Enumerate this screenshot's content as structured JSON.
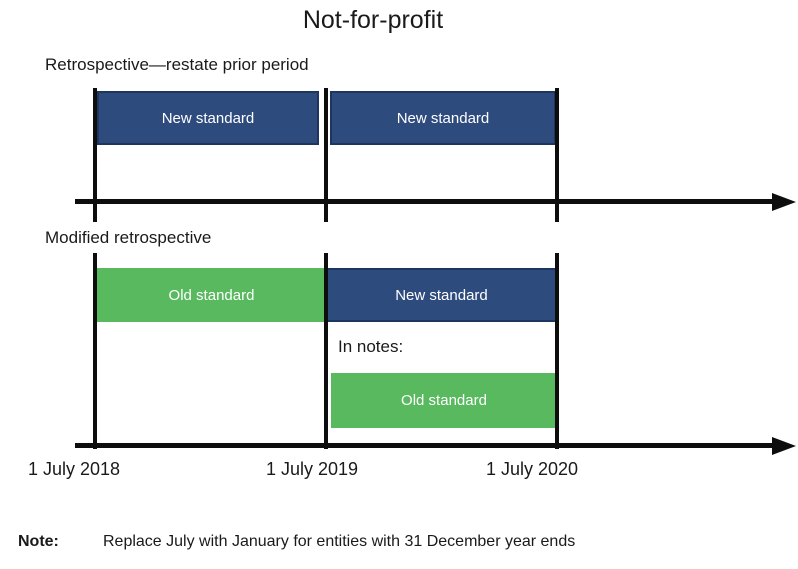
{
  "title": "Not-for-profit",
  "colors": {
    "bar_blue": "#2e4b7e",
    "bar_blue_border": "#1e3560",
    "bar_green": "#58b95f",
    "axis_black": "#0d0d0d",
    "text": "#1a1a1a",
    "bar_text": "#ffffff"
  },
  "sections": [
    {
      "label": "Retrospective—restate prior period",
      "bars": [
        {
          "label": "New standard",
          "color": "#2e4b7e"
        },
        {
          "label": "New standard",
          "color": "#2e4b7e"
        }
      ]
    },
    {
      "label": "Modified retrospective",
      "bars": [
        {
          "label": "Old standard",
          "color": "#58b95f"
        },
        {
          "label": "New standard",
          "color": "#2e4b7e"
        }
      ],
      "in_notes_label": "In notes:",
      "in_notes_bar": {
        "label": "Old standard",
        "color": "#58b95f"
      }
    }
  ],
  "axis": {
    "dates": [
      "1 July 2018",
      "1 July 2019",
      "1 July 2020"
    ]
  },
  "note": {
    "label": "Note:",
    "text": "Replace July with January for entities with 31 December year ends"
  }
}
